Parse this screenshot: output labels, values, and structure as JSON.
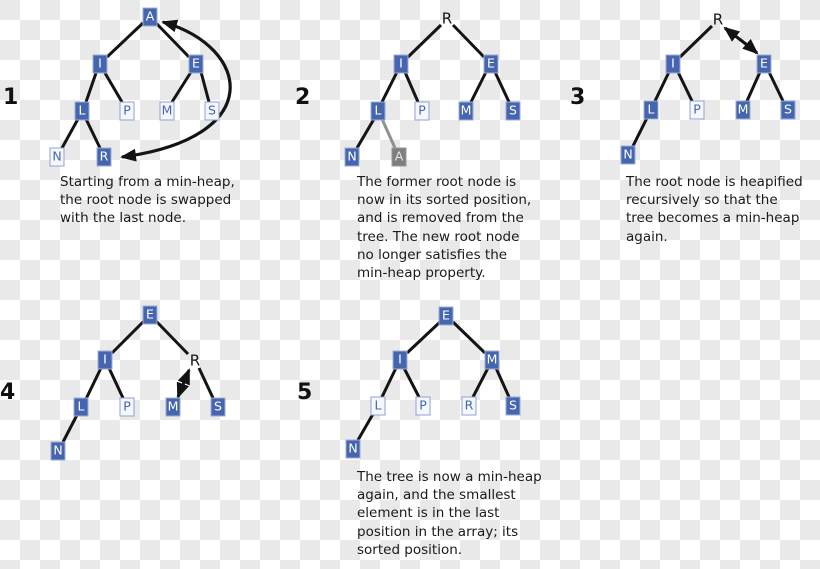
{
  "figure": {
    "description": "Heapsort steps on a binary min-heap diagram",
    "colors": {
      "node_fill_blue": "#4566ae",
      "node_border_blue": "#8fa2d6",
      "node_text_white": "#ffffff",
      "removed_node_gray": "#7e7e7e",
      "edge_black": "#141414",
      "removed_edge_gray": "#909090",
      "checker_gray": "#e9e9e9"
    }
  },
  "steps": [
    {
      "number": "1",
      "caption": "Starting from a min-heap,\nthe root node is swapped\nwith the last node.",
      "nodes": [
        {
          "label": "A",
          "cls": "node filled"
        },
        {
          "label": "I",
          "cls": "node filled"
        },
        {
          "label": "E",
          "cls": "node filled"
        },
        {
          "label": "L",
          "cls": "node filled"
        },
        {
          "label": "P",
          "cls": "node outline"
        },
        {
          "label": "M",
          "cls": "node outline"
        },
        {
          "label": "S",
          "cls": "node outline"
        },
        {
          "label": "N",
          "cls": "node outline"
        },
        {
          "label": "R",
          "cls": "node filled"
        }
      ]
    },
    {
      "number": "2",
      "caption": "The former root node is\nnow in its sorted position,\nand is removed from the\ntree. The new root node\nno longer satisfies the\nmin-heap property.",
      "nodes": [
        {
          "label": "R",
          "cls": "node plain"
        },
        {
          "label": "I",
          "cls": "node filled"
        },
        {
          "label": "E",
          "cls": "node filled"
        },
        {
          "label": "L",
          "cls": "node filled"
        },
        {
          "label": "P",
          "cls": "node outline"
        },
        {
          "label": "M",
          "cls": "node filled"
        },
        {
          "label": "S",
          "cls": "node filled"
        },
        {
          "label": "N",
          "cls": "node filled"
        },
        {
          "label": "A",
          "cls": "node removed"
        }
      ]
    },
    {
      "number": "3",
      "caption": "The root node is heapified\nrecursively so that the\ntree becomes a min-heap\nagain.",
      "nodes": [
        {
          "label": "R",
          "cls": "node plain"
        },
        {
          "label": "I",
          "cls": "node filled"
        },
        {
          "label": "E",
          "cls": "node filled"
        },
        {
          "label": "L",
          "cls": "node filled"
        },
        {
          "label": "P",
          "cls": "node outline"
        },
        {
          "label": "M",
          "cls": "node filled"
        },
        {
          "label": "S",
          "cls": "node filled"
        },
        {
          "label": "N",
          "cls": "node filled"
        }
      ]
    },
    {
      "number": "4",
      "caption": "",
      "nodes": [
        {
          "label": "E",
          "cls": "node filled"
        },
        {
          "label": "I",
          "cls": "node filled"
        },
        {
          "label": "R",
          "cls": "node plain"
        },
        {
          "label": "L",
          "cls": "node filled"
        },
        {
          "label": "P",
          "cls": "node outline"
        },
        {
          "label": "M",
          "cls": "node filled"
        },
        {
          "label": "S",
          "cls": "node filled"
        },
        {
          "label": "N",
          "cls": "node filled"
        }
      ]
    },
    {
      "number": "5",
      "caption": "The tree is now a min-heap\nagain, and the smallest\nelement is in the last\nposition in the array; its\nsorted position.",
      "nodes": [
        {
          "label": "E",
          "cls": "node filled"
        },
        {
          "label": "I",
          "cls": "node filled"
        },
        {
          "label": "M",
          "cls": "node filled"
        },
        {
          "label": "L",
          "cls": "node outline"
        },
        {
          "label": "P",
          "cls": "node outline"
        },
        {
          "label": "R",
          "cls": "node outline"
        },
        {
          "label": "S",
          "cls": "node filled"
        },
        {
          "label": "N",
          "cls": "node filled"
        }
      ]
    }
  ]
}
